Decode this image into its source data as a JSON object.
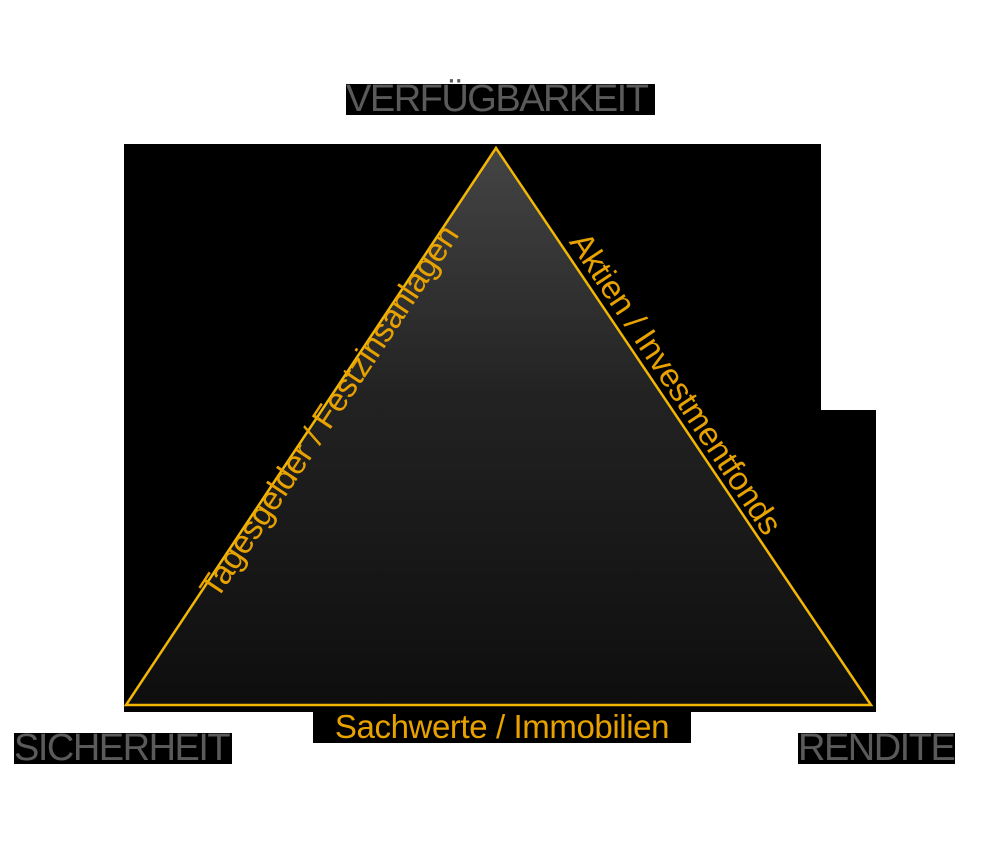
{
  "diagram": {
    "type": "magic-triangle",
    "corners": {
      "top": "VERFÜGBARKEIT",
      "bottom_left": "SICHERHEIT",
      "bottom_right": "RENDITE"
    },
    "edges": {
      "left": "Tagesgelder / Festzinsanlagen",
      "right": "Aktien / Investmentfonds",
      "bottom": "Sachwerte / Immobilien"
    },
    "colors": {
      "background": "#ffffff",
      "panel": "#000000",
      "triangle_stroke": "#f2b705",
      "triangle_fill_top": "#3f3f3f",
      "triangle_fill_bottom": "#101010",
      "edge_text": "#e8a200",
      "corner_text": "#5a5a5a"
    }
  }
}
